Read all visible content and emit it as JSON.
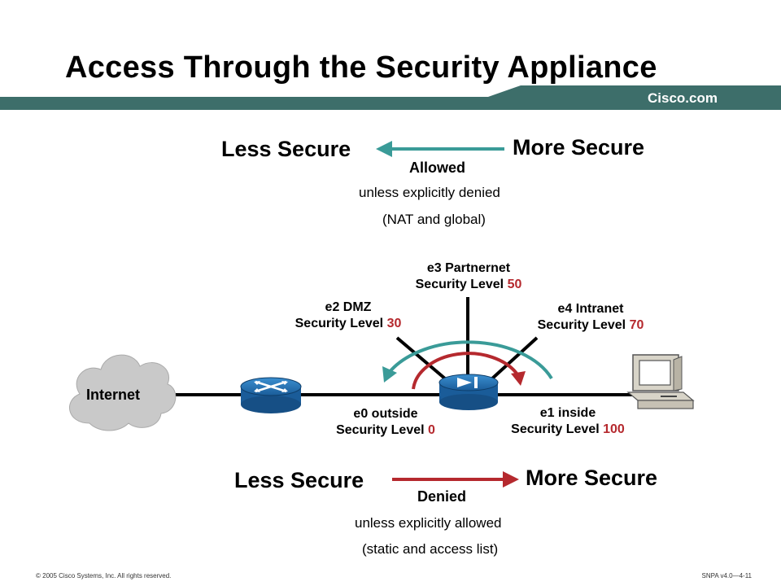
{
  "title": "Access Through the Security Appliance",
  "brand": "Cisco.com",
  "colors": {
    "teal": "#3a9b98",
    "red": "#b5292e",
    "banner": "#3d6e6a",
    "device_blue": "#1f6fb0"
  },
  "top_flow": {
    "from_label": "More Secure",
    "to_label": "Less Secure",
    "action": "Allowed",
    "line1": "unless explicitly denied",
    "line2": "(NAT and global)"
  },
  "bottom_flow": {
    "from_label": "Less Secure",
    "to_label": "More Secure",
    "action": "Denied",
    "line1": "unless explicitly allowed",
    "line2": "(static and access list)"
  },
  "cloud_label": "Internet",
  "interfaces": {
    "e0": {
      "name": "e0 outside",
      "level_prefix": "Security Level",
      "level": "0"
    },
    "e1": {
      "name": "e1 inside",
      "level_prefix": "Security Level",
      "level": "100"
    },
    "e2": {
      "name": "e2 DMZ",
      "level_prefix": "Security Level",
      "level": "30"
    },
    "e3": {
      "name": "e3 Partnernet",
      "level_prefix": "Security Level",
      "level": "50"
    },
    "e4": {
      "name": "e4 Intranet",
      "level_prefix": "Security Level",
      "level": "70"
    }
  },
  "icons": [
    "cloud-icon",
    "router-icon",
    "security-appliance-icon",
    "pc-icon"
  ],
  "footer": {
    "copyright": "© 2005 Cisco Systems, Inc. All rights reserved.",
    "course": "SNPA v4.0—4-11"
  }
}
